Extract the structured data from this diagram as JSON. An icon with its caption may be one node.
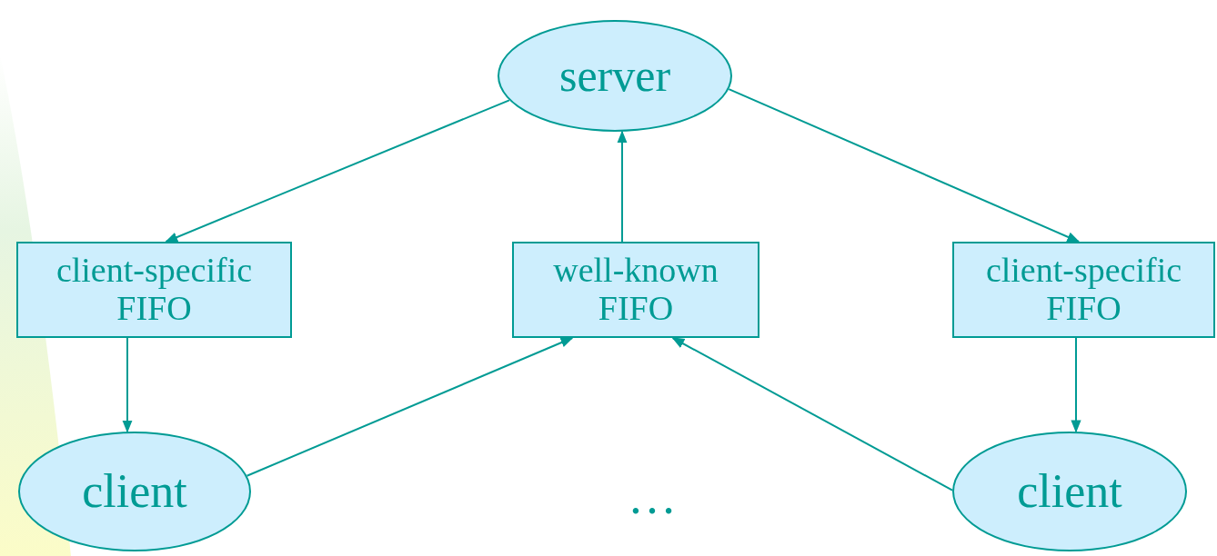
{
  "diagram": {
    "nodes": [
      {
        "text": [
          "server"
        ]
      },
      {
        "text": [
          "client-specific FIFO"
        ]
      },
      {
        "text": [
          "well-known FIFO"
        ]
      },
      {
        "text": [
          "client-specific FIFO"
        ]
      },
      {
        "text": [
          "client"
        ]
      },
      {
        "text": [
          "client"
        ]
      }
    ],
    "edges": [
      {
        "from": 0,
        "to": 1,
        "arrow": "to"
      },
      {
        "from": 2,
        "to": 0,
        "arrow": "to"
      },
      {
        "from": 0,
        "to": 3,
        "arrow": "to"
      },
      {
        "from": 1,
        "to": 4,
        "arrow": "to"
      },
      {
        "from": 4,
        "to": 2,
        "arrow": "to"
      },
      {
        "from": 5,
        "to": 2,
        "arrow": "to"
      },
      {
        "from": 3,
        "to": 5,
        "arrow": "to"
      }
    ],
    "labels": [
      "…"
    ]
  }
}
